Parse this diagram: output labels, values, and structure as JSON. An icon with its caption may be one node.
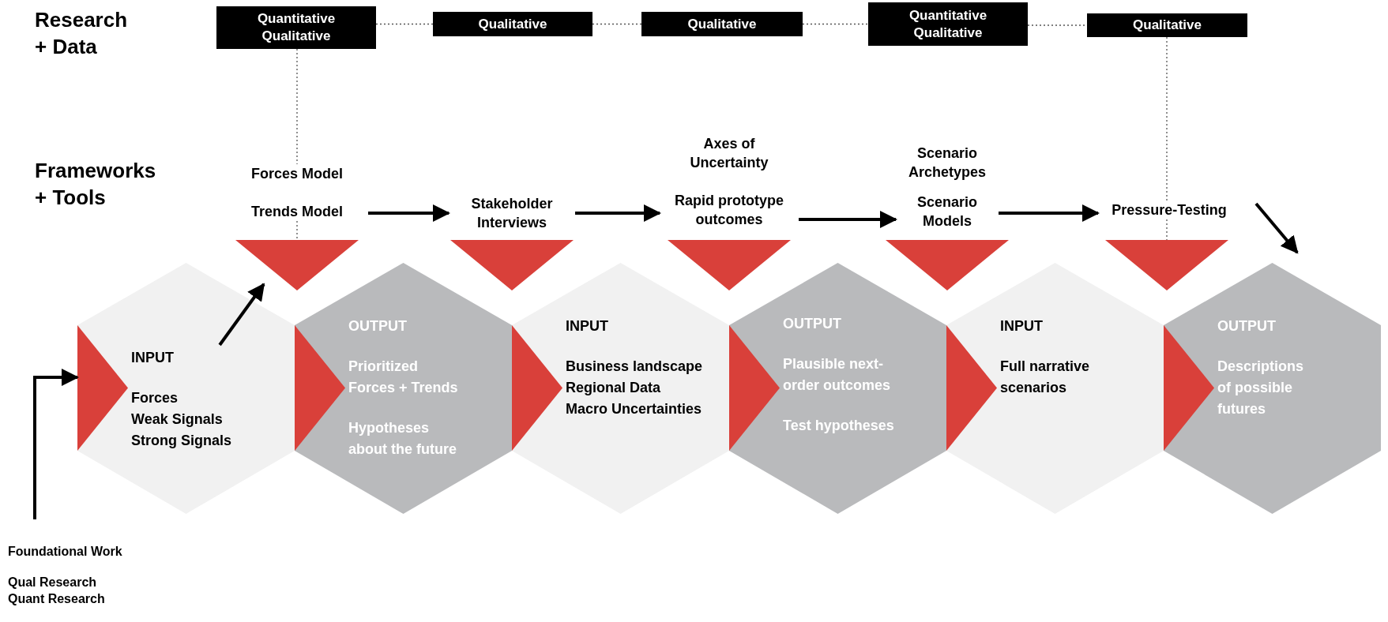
{
  "diagram": {
    "nodes": [
      {
        "text": [
          "Quantitative Qualitative"
        ]
      },
      {
        "text": [
          "Qualitative"
        ]
      },
      {
        "text": [
          "Qualitative"
        ]
      },
      {
        "text": [
          "Quantitative Qualitative"
        ]
      },
      {
        "text": [
          "Qualitative"
        ]
      },
      {
        "text": [
          "Forces Model",
          "Trends Model"
        ]
      },
      {
        "text": [
          "Stakeholder Interviews"
        ]
      },
      {
        "text": [
          "Axes of Uncertainty",
          "Rapid prototype outcomes"
        ]
      },
      {
        "text": [
          "Scenario Archetypes",
          "Scenario Models"
        ]
      },
      {
        "text": [
          "Pressure-Testing"
        ]
      },
      {
        "text": [],
        "shape": "triangle"
      },
      {
        "text": [],
        "shape": "triangle"
      },
      {
        "text": [],
        "shape": "triangle"
      },
      {
        "text": [],
        "shape": "triangle"
      },
      {
        "text": [],
        "shape": "triangle"
      },
      {
        "text": [
          "INPUT",
          "Forces",
          "Weak Signals",
          "Strong Signals"
        ]
      },
      {
        "text": [
          "OUTPUT",
          "Prioritized Forces + Trends",
          "Hypotheses about the future"
        ]
      },
      {
        "text": [
          "INPUT",
          "Business landscape",
          "Regional Data",
          "Macro Uncertainties"
        ]
      },
      {
        "text": [
          "OUTPUT",
          "Plausible next-order outcomes",
          "Test hypotheses"
        ]
      },
      {
        "text": [
          "INPUT",
          "Full narrative scenarios"
        ]
      },
      {
        "text": [
          "OUTPUT",
          "Descriptions of possible futures"
        ]
      },
      {
        "text": [
          "Foundational Work",
          "Qual Research Quant Research"
        ]
      }
    ],
    "edges": [
      {
        "from": 0,
        "to": 1,
        "arrow": "none",
        "style": "dashed"
      },
      {
        "from": 1,
        "to": 2,
        "arrow": "none",
        "style": "dashed"
      },
      {
        "from": 2,
        "to": 3,
        "arrow": "none",
        "style": "dashed"
      },
      {
        "from": 3,
        "to": 4,
        "arrow": "none",
        "style": "dashed"
      },
      {
        "from": 0,
        "to": 5,
        "arrow": "none",
        "style": "dashed"
      },
      {
        "from": 5,
        "to": 10,
        "arrow": "none",
        "style": "dashed"
      },
      {
        "from": 4,
        "to": 9,
        "arrow": "none",
        "style": "dashed"
      },
      {
        "from": 9,
        "to": 14,
        "arrow": "none",
        "style": "dashed"
      },
      {
        "from": 5,
        "to": 6,
        "arrow": "to",
        "style": "thick"
      },
      {
        "from": 6,
        "to": 7,
        "arrow": "to",
        "style": "thick"
      },
      {
        "from": 7,
        "to": 8,
        "arrow": "to",
        "style": "thick"
      },
      {
        "from": 8,
        "to": 9,
        "arrow": "to",
        "style": "thick"
      },
      {
        "from": 9,
        "to": 20,
        "arrow": "to",
        "style": "thick"
      },
      {
        "from": 15,
        "to": 10,
        "arrow": "to",
        "style": "thick"
      },
      {
        "from": 21,
        "to": 15,
        "arrow": "to",
        "style": "thick"
      }
    ],
    "labels": [
      "Research + Data",
      "Frameworks + Tools"
    ]
  }
}
